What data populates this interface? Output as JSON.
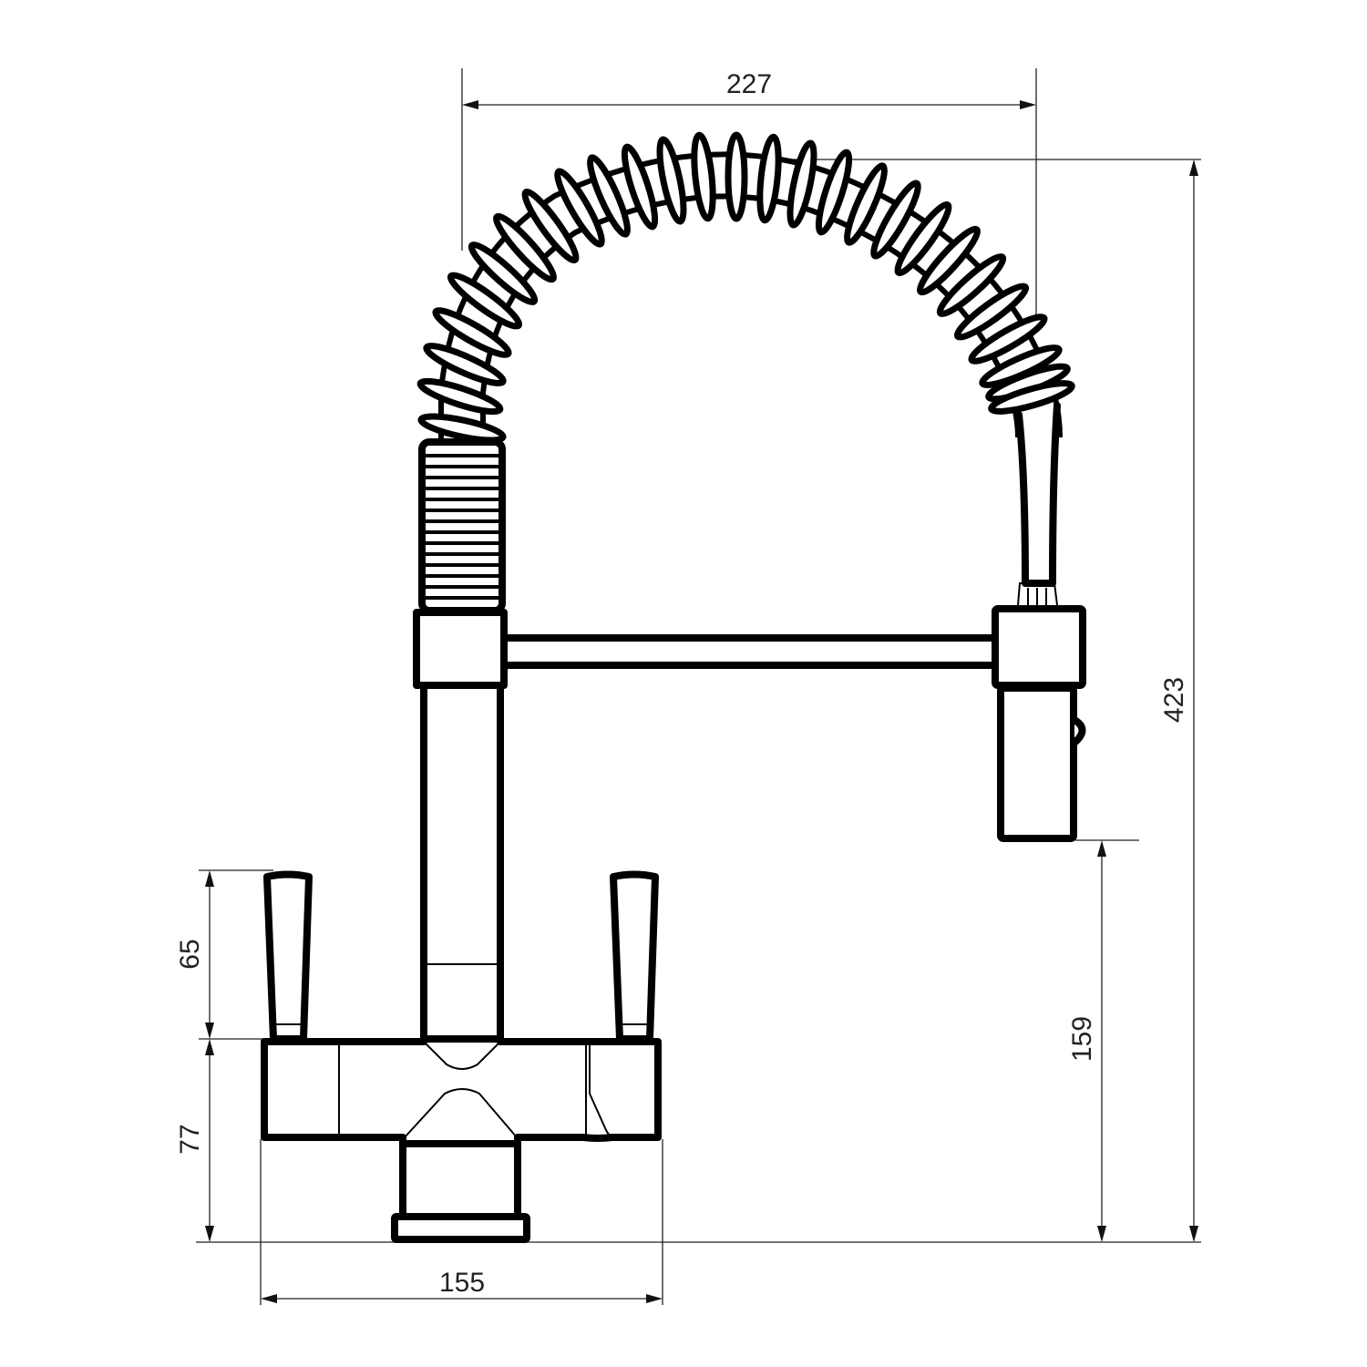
{
  "drawing": {
    "subject": "Kitchen faucet with pull-down spring spout and two lever handles",
    "units": "mm",
    "dimensions": {
      "spout_reach": {
        "label": "227",
        "orientation": "horizontal"
      },
      "total_height": {
        "label": "423",
        "orientation": "vertical"
      },
      "spout_outlet_height": {
        "label": "159",
        "orientation": "vertical"
      },
      "handle_height": {
        "label": "65",
        "orientation": "vertical"
      },
      "body_height": {
        "label": "77",
        "orientation": "vertical"
      },
      "body_width": {
        "label": "155",
        "orientation": "horizontal"
      }
    },
    "colors": {
      "line": "#000000",
      "dimension": "#222222",
      "background": "#ffffff"
    }
  }
}
